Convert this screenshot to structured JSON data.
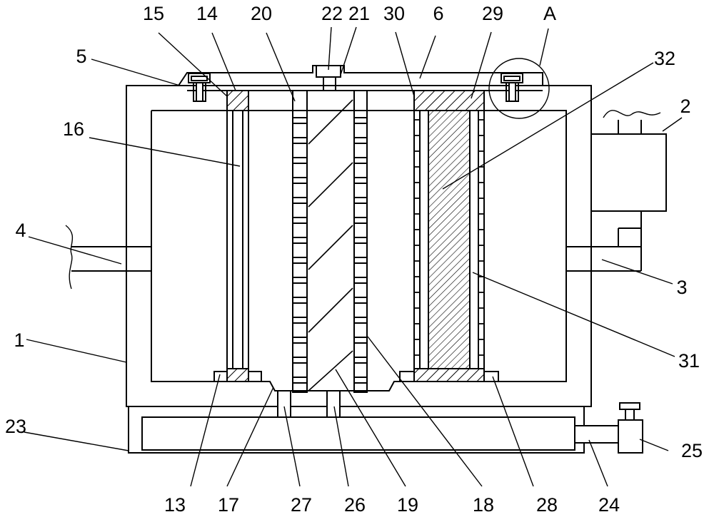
{
  "figure": {
    "part_labels": [
      "1",
      "2",
      "3",
      "4",
      "5",
      "6",
      "13",
      "14",
      "15",
      "16",
      "17",
      "18",
      "19",
      "20",
      "21",
      "22",
      "23",
      "24",
      "25",
      "26",
      "27",
      "28",
      "29",
      "30",
      "31",
      "32"
    ],
    "detail_marker": "A"
  }
}
